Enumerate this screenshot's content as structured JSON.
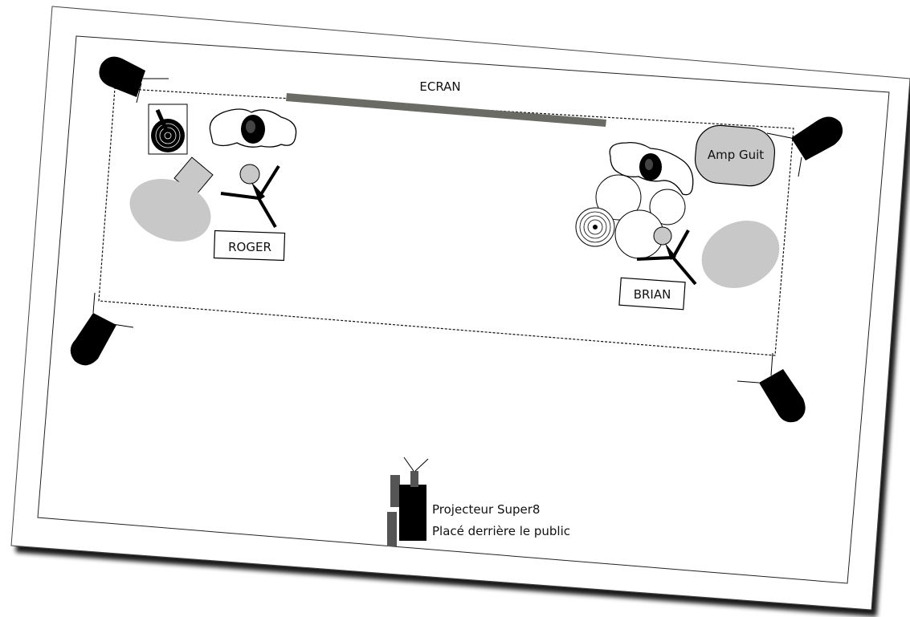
{
  "labels": {
    "screen": "ECRAN",
    "musician_left": "ROGER",
    "musician_right": "BRIAN",
    "amp": "Amp Guit",
    "projector_line1": "Projecteur Super8",
    "projector_line2": "Placé derrière le public"
  },
  "colors": {
    "screen_bar": "#6b6b66",
    "pad": "#c8c8c8",
    "spotlight": "#000000",
    "paper": "#ffffff"
  },
  "icons": {
    "spotlight": "spotlight-icon",
    "turntable": "turntable-icon",
    "mic_stand": "mic-stand-icon",
    "musician": "musician-top-view-icon",
    "drum": "drum-icon",
    "projector": "projector-icon"
  }
}
